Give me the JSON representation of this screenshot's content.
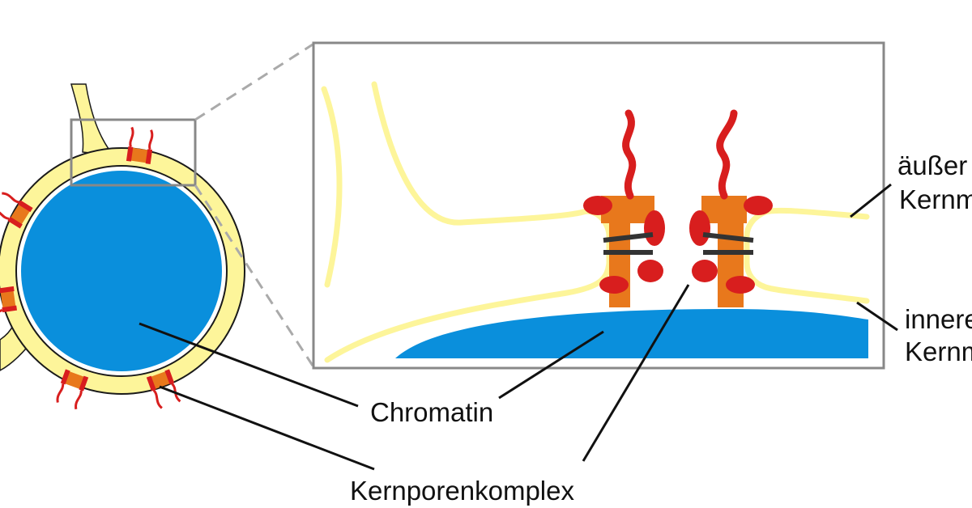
{
  "labels": {
    "chromatin": "Chromatin",
    "npc": "Kernporenkomplex",
    "outer_line1": "äußer",
    "outer_line2": "Kernm",
    "inner_line1": "innere",
    "inner_line2": "Kernm"
  },
  "colors": {
    "membrane": "#fdf59a",
    "membrane_outline": "#1a1a1a",
    "chromatin": "#0a8fdc",
    "pore_orange": "#e8781c",
    "pore_red": "#d81e1e",
    "frame": "#888888",
    "leader": "#111111"
  }
}
